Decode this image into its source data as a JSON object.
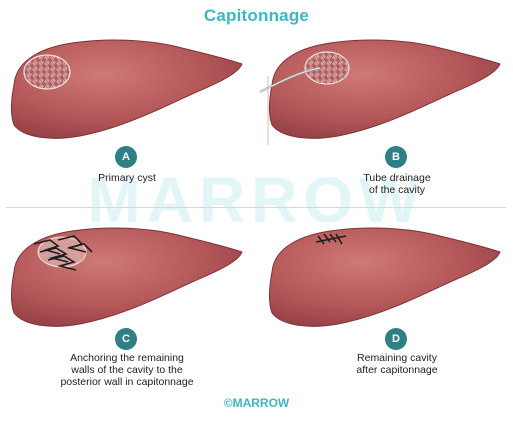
{
  "title": "Capitonnage",
  "watermark": "MARROW",
  "panels": [
    {
      "letter": "A",
      "caption": [
        "Primary cyst"
      ]
    },
    {
      "letter": "B",
      "caption": [
        "Tube drainage",
        "of the cavity"
      ]
    },
    {
      "letter": "C",
      "caption": [
        "Anchoring the remaining",
        "walls of the cavity to the",
        "posterior wall in capitonnage"
      ]
    },
    {
      "letter": "D",
      "caption": [
        "Remaining cavity",
        "after capitonnage"
      ]
    }
  ],
  "credit": "©MARROW",
  "colors": {
    "accent": "#3bb7c6",
    "badge": "#2e7f86",
    "liver": "#b85b5b",
    "liver_dark": "#8f3f42",
    "cyst": "#d7a4a2",
    "suture": "#1e1e1e"
  }
}
